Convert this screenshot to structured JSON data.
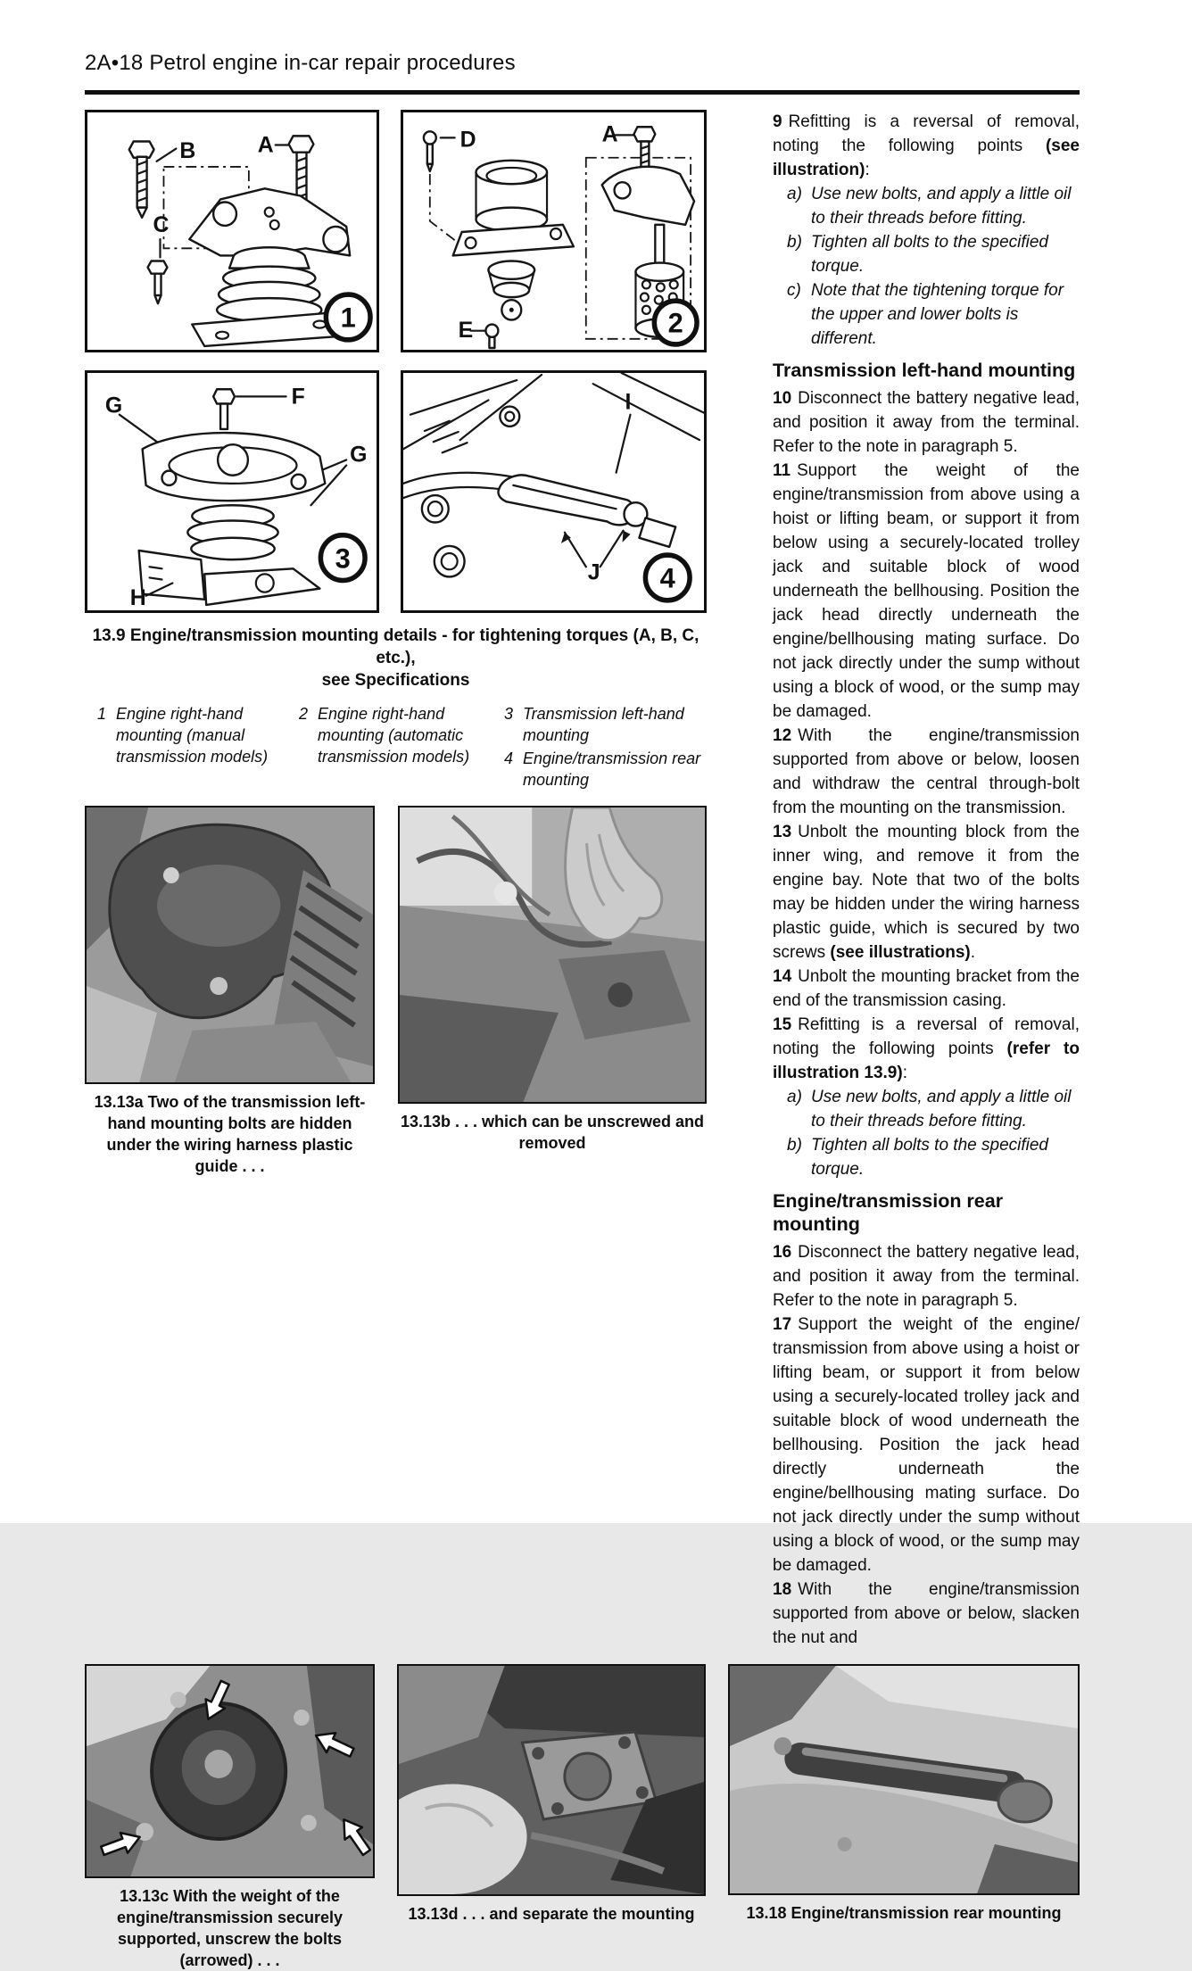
{
  "colors": {
    "ink": "#101010",
    "paper": "#ffffff"
  },
  "page": {
    "header": "2A•18  Petrol engine in-car repair procedures"
  },
  "figure": {
    "caption_line1": "13.9  Engine/transmission mounting details - for tightening torques (A, B, C, etc.),",
    "caption_line2": "see Specifications",
    "panels": [
      {
        "number": "1",
        "labels": [
          "B",
          "A",
          "C"
        ]
      },
      {
        "number": "2",
        "labels": [
          "D",
          "A",
          "E"
        ]
      },
      {
        "number": "3",
        "labels": [
          "G",
          "F",
          "G",
          "H"
        ]
      },
      {
        "number": "4",
        "labels": [
          "I",
          "J"
        ]
      }
    ],
    "legend": [
      {
        "num": "1",
        "text": "Engine right-hand mounting (manual transmission models)"
      },
      {
        "num": "2",
        "text": "Engine right-hand mounting (automatic transmission models)"
      },
      {
        "num": "3",
        "text": "Transmission left-hand mounting"
      },
      {
        "num": "4",
        "text": "Engine/transmission rear mounting"
      }
    ]
  },
  "photos": {
    "p13_13a": {
      "caption": "13.13a  Two of the transmission left-hand mounting bolts are hidden under the wiring harness plastic guide . . ."
    },
    "p13_13b": {
      "caption": "13.13b  . . . which can be unscrewed and removed"
    },
    "p13_13c": {
      "caption": "13.13c  With the weight of the engine/transmission securely supported, unscrew the bolts (arrowed) . . ."
    },
    "p13_13d": {
      "caption": "13.13d  . . . and separate the mounting"
    },
    "p13_18": {
      "caption": "13.18  Engine/transmission rear mounting"
    }
  },
  "article": {
    "p9": {
      "num": "9",
      "pre": "Refitting is a reversal of removal, noting the following points ",
      "bold": "(see illustration)",
      "post": ":"
    },
    "l9a": {
      "m": "a)",
      "t": "Use new bolts, and apply a little oil to their threads before fitting."
    },
    "l9b": {
      "m": "b)",
      "t": "Tighten all bolts to the specified torque."
    },
    "l9c": {
      "m": "c)",
      "t": "Note that the tightening torque for the upper and lower bolts is different."
    },
    "h_left": "Transmission left-hand mounting",
    "p10": {
      "num": "10",
      "pre": "Disconnect the battery negative lead, and position it away from the terminal. Refer to the note in paragraph 5.",
      "bold": "",
      "post": ""
    },
    "p11": {
      "num": "11",
      "pre": "Support the weight of the engine/transmission from above using a hoist or lifting beam, or support it from below using a securely-located trolley jack and suitable block of wood underneath the bellhousing. Position the jack head directly underneath the engine/bellhousing mating surface. Do not jack directly under the sump without using a block of wood, or the sump may be damaged.",
      "bold": "",
      "post": ""
    },
    "p12": {
      "num": "12",
      "pre": "With the engine/transmission supported from above or below, loosen and withdraw the central through-bolt from the mounting on the transmission.",
      "bold": "",
      "post": ""
    },
    "p13": {
      "num": "13",
      "pre": "Unbolt the mounting block from the inner wing, and remove it from the engine bay. Note that two of the bolts may be hidden under the wiring harness plastic guide, which is secured by two screws ",
      "bold": "(see illustrations)",
      "post": "."
    },
    "p14": {
      "num": "14",
      "pre": "Unbolt the mounting bracket from the end of the transmission casing.",
      "bold": "",
      "post": ""
    },
    "p15": {
      "num": "15",
      "pre": "Refitting is a reversal of removal, noting the following points ",
      "bold": "(refer to illustration 13.9)",
      "post": ":"
    },
    "l15a": {
      "m": "a)",
      "t": "Use new bolts, and apply a little oil to their threads before fitting."
    },
    "l15b": {
      "m": "b)",
      "t": "Tighten all bolts to the specified torque."
    },
    "h_rear": "Engine/transmission rear mounting",
    "p16": {
      "num": "16",
      "pre": "Disconnect the battery negative lead, and position it away from the terminal. Refer to the note in paragraph 5.",
      "bold": "",
      "post": ""
    },
    "p17": {
      "num": "17",
      "pre": "Support the weight of the engine/ transmission from above using a hoist or lifting beam, or support it from below using a securely-located trolley jack and suitable block of wood underneath the bellhousing. Position the jack head directly underneath the engine/bellhousing mating surface. Do not jack directly under the sump without using a block of wood, or the sump may be damaged.",
      "bold": "",
      "post": ""
    },
    "p18": {
      "num": "18",
      "pre": "With the engine/transmission supported from above or below, slacken the nut and",
      "bold": "",
      "post": ""
    }
  }
}
